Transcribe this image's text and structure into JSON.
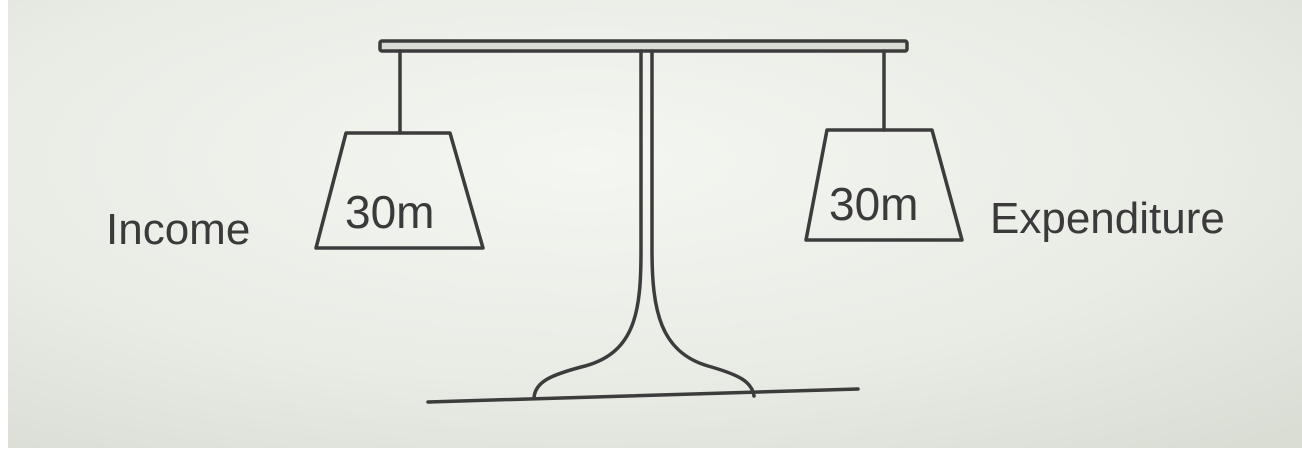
{
  "diagram": {
    "labels": {
      "left": "Income",
      "right": "Expenditure"
    },
    "weights": {
      "left": "30m",
      "right": "30m"
    }
  }
}
